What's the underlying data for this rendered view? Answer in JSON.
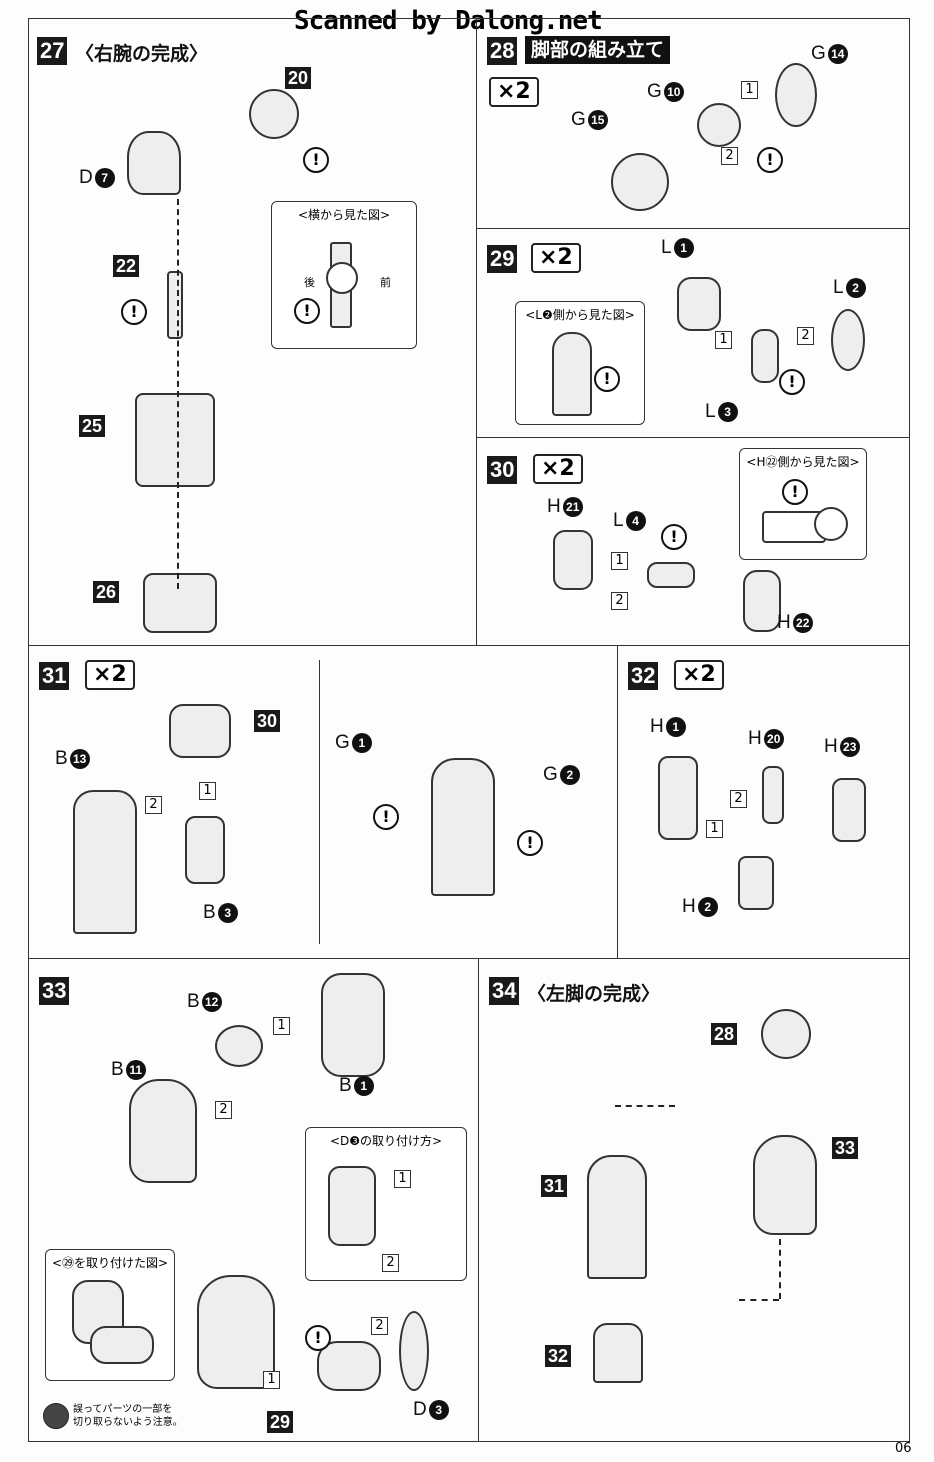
{
  "watermark": "Scanned by Dalong.net",
  "page_number": "06",
  "p27": {
    "num": "27",
    "title": "〈右腕の完成〉",
    "parts": [
      "20",
      "22",
      "25",
      "26"
    ],
    "d7": {
      "l": "D",
      "n": "7"
    },
    "inset": {
      "caption": "<横から見た図>",
      "back": "後",
      "front": "前"
    }
  },
  "p28": {
    "num": "28",
    "title": "脚部の組み立て",
    "mult": "×2",
    "g10": {
      "l": "G",
      "n": "10"
    },
    "g14": {
      "l": "G",
      "n": "14"
    },
    "g15": {
      "l": "G",
      "n": "15"
    },
    "steps": [
      "1",
      "2"
    ]
  },
  "p29": {
    "num": "29",
    "mult": "×2",
    "l1": {
      "l": "L",
      "n": "1"
    },
    "l2": {
      "l": "L",
      "n": "2"
    },
    "l3": {
      "l": "L",
      "n": "3"
    },
    "inset": {
      "caption": "<L❷側から見た図>"
    },
    "steps": [
      "1",
      "2"
    ]
  },
  "p30": {
    "num": "30",
    "mult": "×2",
    "h21": {
      "l": "H",
      "n": "21"
    },
    "l4": {
      "l": "L",
      "n": "4"
    },
    "h22": {
      "l": "H",
      "n": "22"
    },
    "inset": {
      "caption": "<H㉒側から見た図>"
    },
    "steps": [
      "1",
      "2"
    ]
  },
  "p31": {
    "num": "31",
    "mult": "×2",
    "b13": {
      "l": "B",
      "n": "13"
    },
    "ref": "30",
    "b3": {
      "l": "B",
      "n": "3"
    },
    "g1": {
      "l": "G",
      "n": "1"
    },
    "g2": {
      "l": "G",
      "n": "2"
    },
    "steps": [
      "1",
      "2"
    ]
  },
  "p32": {
    "num": "32",
    "mult": "×2",
    "h1": {
      "l": "H",
      "n": "1"
    },
    "h20": {
      "l": "H",
      "n": "20"
    },
    "h23": {
      "l": "H",
      "n": "23"
    },
    "h2": {
      "l": "H",
      "n": "2"
    },
    "steps": [
      "1",
      "2"
    ]
  },
  "p33": {
    "num": "33",
    "b12": {
      "l": "B",
      "n": "12"
    },
    "b11": {
      "l": "B",
      "n": "11"
    },
    "b1": {
      "l": "B",
      "n": "1"
    },
    "d3": {
      "l": "D",
      "n": "3"
    },
    "ref": "29",
    "inset1": {
      "caption": "<D❸の取り付け方>"
    },
    "inset2": {
      "caption": "<㉙を取り付けた図>"
    },
    "steps": [
      "1",
      "2"
    ],
    "note": [
      "誤ってパーツの一部を",
      "切り取らないよう注意。"
    ]
  },
  "p34": {
    "num": "34",
    "title": "〈左脚の完成〉",
    "refs": [
      "28",
      "33",
      "31",
      "32"
    ]
  }
}
